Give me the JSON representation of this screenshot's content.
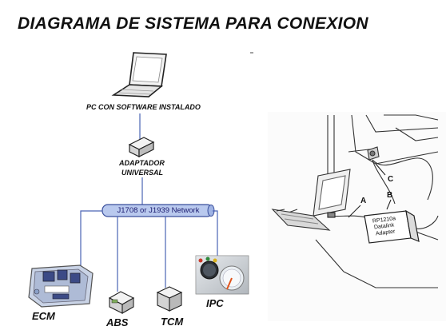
{
  "title": "DIAGRAMA DE SISTEMA PARA CONEXION",
  "nodes": {
    "pc": "PC CON SOFTWARE INSTALADO",
    "adapter_line1": "ADAPTADOR",
    "adapter_line2": "UNIVERSAL",
    "network": "J1708 or J1939 Network",
    "ecm": "ECM",
    "abs": "ABS",
    "tcm": "TCM",
    "ipc": "IPC"
  },
  "photo": {
    "callout_a": "A",
    "callout_b": "B",
    "callout_c": "C",
    "device_line1": "RP1210a",
    "device_line2": "Datalink",
    "device_line3": "Adapter"
  },
  "colors": {
    "wire": "#4a63b5",
    "bus_fill": "#b9c9ee",
    "ipc_needle": "#e0541b"
  }
}
